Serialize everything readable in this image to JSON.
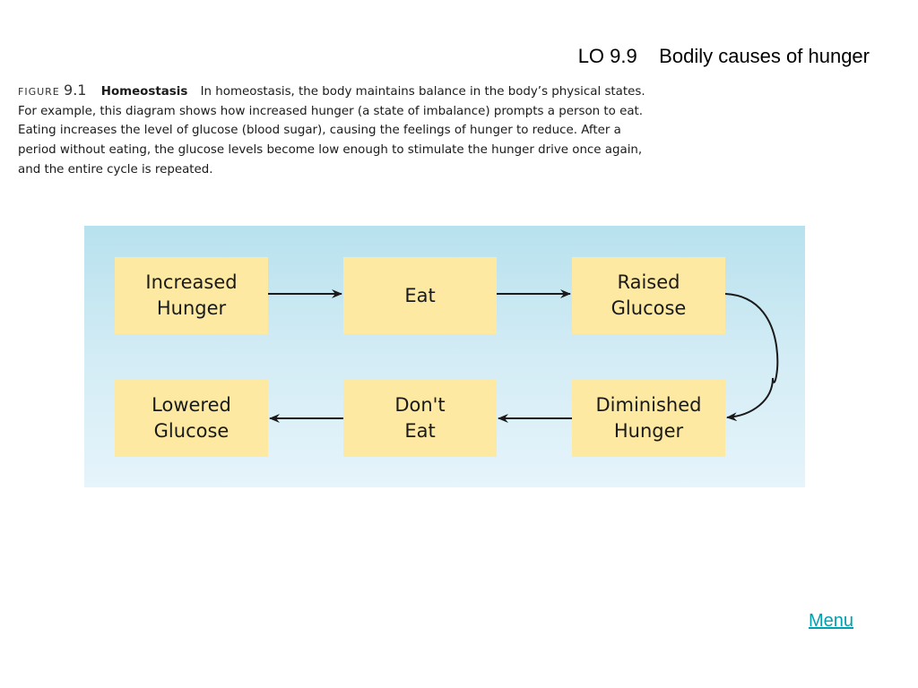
{
  "slide": {
    "title": "LO 9.9    Bodily causes of hunger"
  },
  "caption": {
    "label": "FIGURE",
    "number": "9.1",
    "title": "Homeostasis",
    "text": "In homeostasis, the body maintains balance in the body’s physical states. For example, this diagram shows how increased hunger (a state of imbalance) prompts a person to eat. Eating increases the level of glucose (blood sugar), causing the feelings of hunger to reduce. After a period without eating, the glucose levels become low enough to stimulate the hunger drive once again, and the entire cycle is repeated."
  },
  "diagram": {
    "background_colors": [
      "#b7e1ee",
      "#e6f4fb"
    ],
    "node_color": "#fde9a2",
    "nodes": {
      "increased_hunger": "Increased\nHunger",
      "eat": "Eat",
      "raised_glucose": "Raised\nGlucose",
      "diminished_hunger": "Diminished\nHunger",
      "dont_eat": "Don't\nEat",
      "lowered_glucose": "Lowered\nGlucose"
    },
    "edges": [
      [
        "increased_hunger",
        "eat"
      ],
      [
        "eat",
        "raised_glucose"
      ],
      [
        "raised_glucose",
        "diminished_hunger"
      ],
      [
        "diminished_hunger",
        "dont_eat"
      ],
      [
        "dont_eat",
        "lowered_glucose"
      ]
    ]
  },
  "footer": {
    "menu_label": "Menu",
    "link_color": "#00a0b0"
  }
}
